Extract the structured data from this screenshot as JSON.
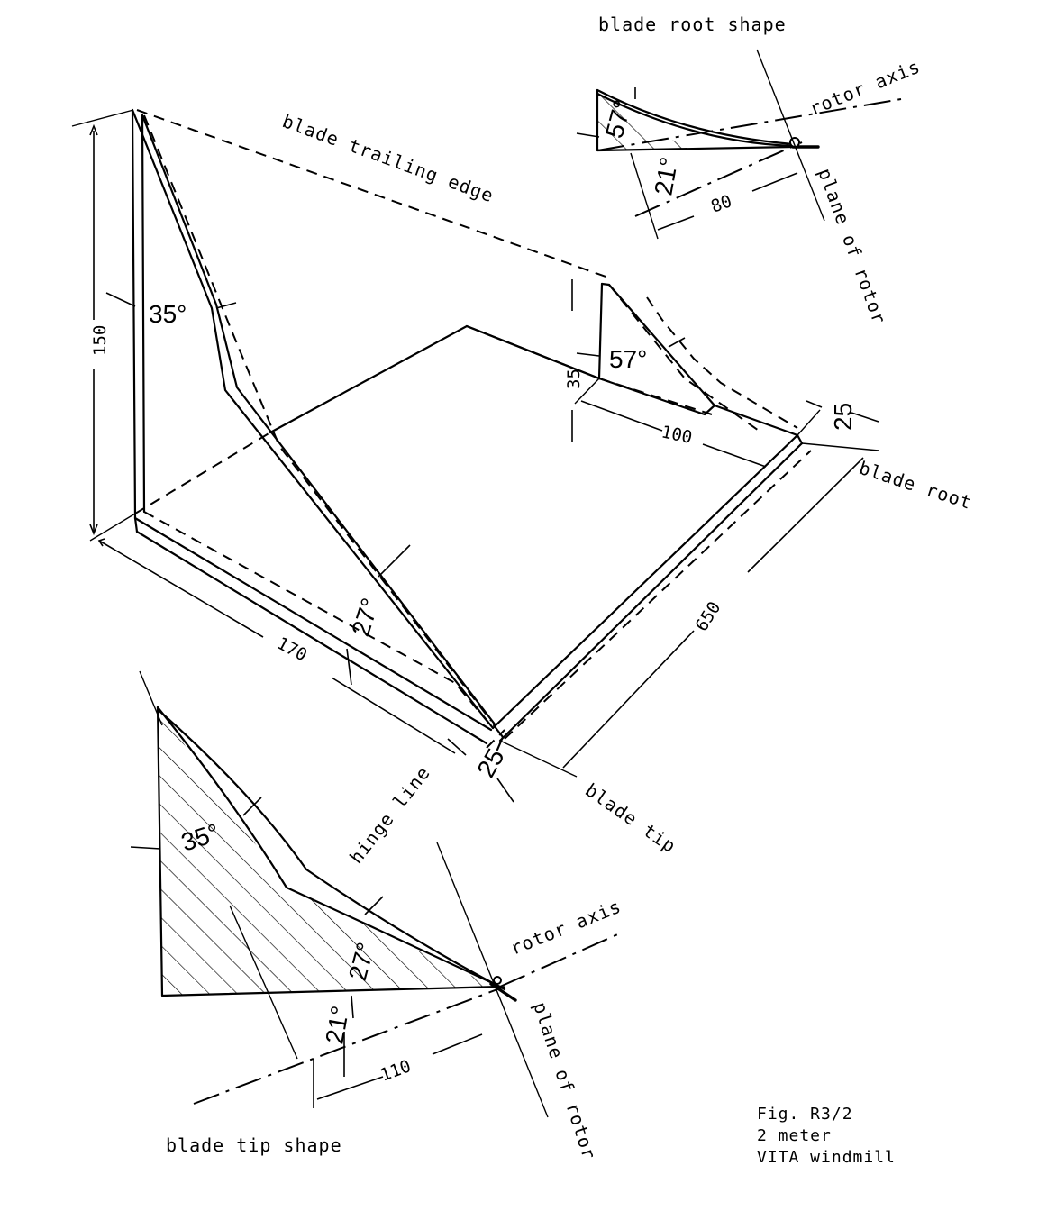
{
  "labels": {
    "blade_trailing_edge": "blade trailing edge",
    "blade_root_shape": "blade root shape",
    "rotor_axis_top": "rotor axis",
    "plane_of_rotor_top": "plane of rotor",
    "blade_root": "blade root",
    "blade_tip": "blade tip",
    "hinge_line": "hinge line",
    "rotor_axis_bottom": "rotor axis",
    "plane_of_rotor_bottom": "plane of rotor",
    "blade_tip_shape": "blade tip shape"
  },
  "dimensions": {
    "height_150": "150",
    "width_170": "170",
    "length_650": "650",
    "root_100": "100",
    "root_35": "35",
    "root_25": "25",
    "tip_25": "25",
    "root_shape_80": "80",
    "tip_shape_110": "110"
  },
  "angles": {
    "tip_35": "35°",
    "tip_27": "27°",
    "root_57": "57°",
    "root_shape_57": "57°",
    "root_shape_21": "21°",
    "tip_shape_35": "35°",
    "tip_shape_27": "27°",
    "tip_shape_21": "21°"
  },
  "caption": {
    "fig": "Fig. R3/2",
    "line2": "2 meter",
    "line3": "VITA windmill"
  }
}
